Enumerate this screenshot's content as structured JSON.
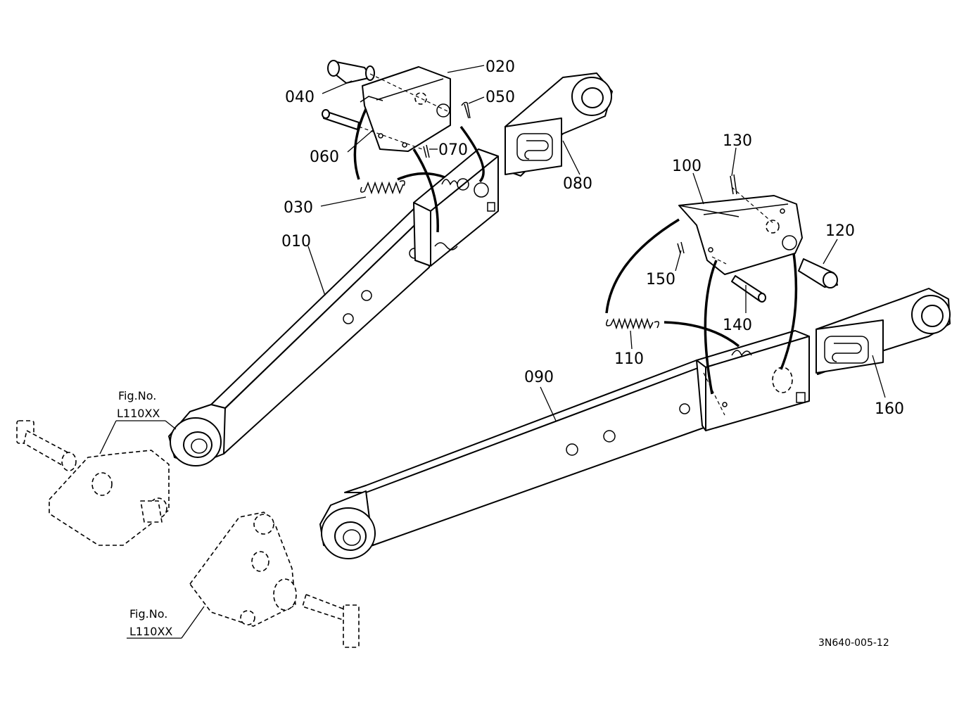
{
  "labels": {
    "p010": "010",
    "p020": "020",
    "p030": "030",
    "p040": "040",
    "p050": "050",
    "p060": "060",
    "p070": "070",
    "p080": "080",
    "p090": "090",
    "p100": "100",
    "p110": "110",
    "p120": "120",
    "p130": "130",
    "p140": "140",
    "p150": "150",
    "p160": "160"
  },
  "references": [
    {
      "line1": "Fig.No.",
      "line2": "L110XX"
    },
    {
      "line1": "Fig.No.",
      "line2": "L110XX"
    }
  ],
  "drawing_code": "3N640-005-12"
}
